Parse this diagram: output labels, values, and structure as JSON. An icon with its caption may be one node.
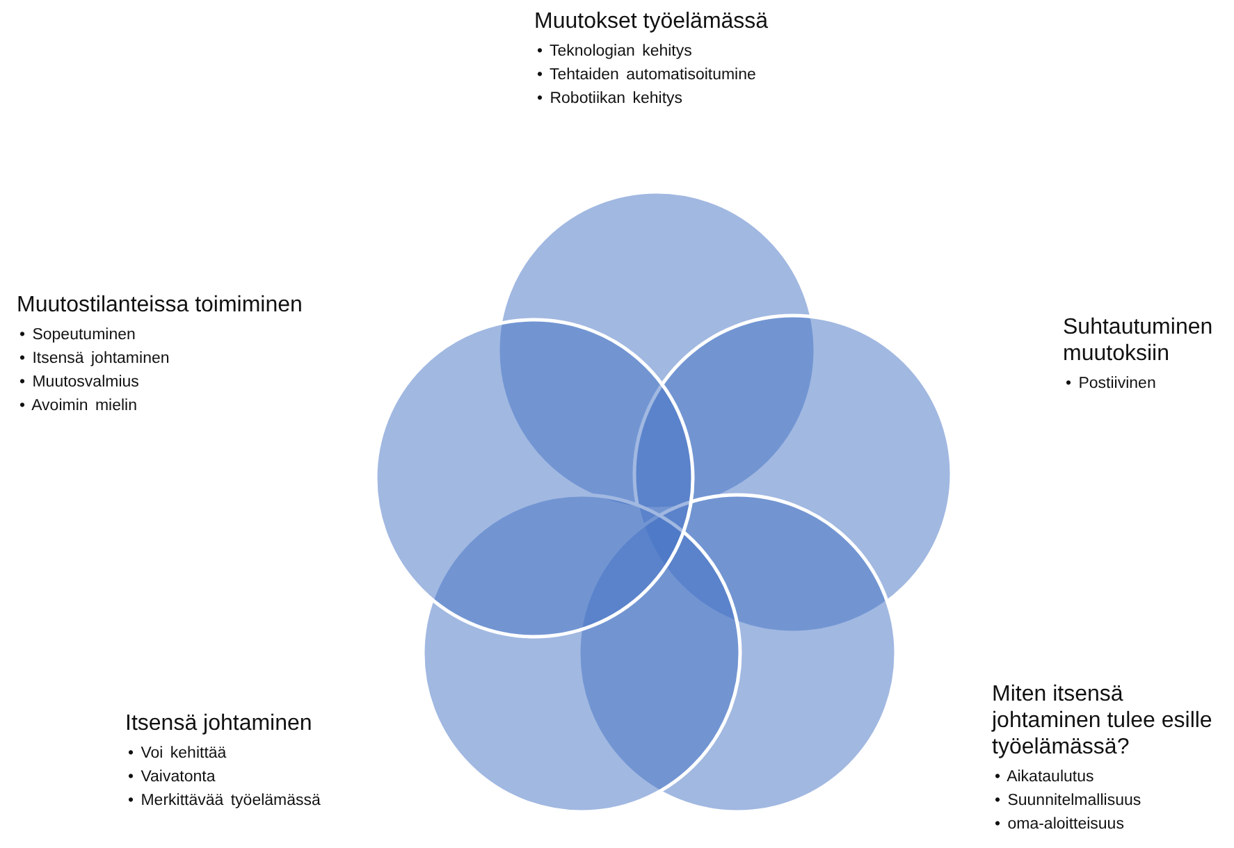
{
  "diagram": {
    "nodes": [
      {
        "text": [
          "Muutokset työelämässä",
          "• Teknologian kehitys",
          "• Tehtaiden automatisoitumine",
          "• Robotiikan kehitys"
        ]
      },
      {
        "text": [
          "Suhtautuminen muutoksiin",
          "• Postiivinen"
        ]
      },
      {
        "text": [
          "Miten itsensä johtaminen tulee esille työelämässä?",
          "• Aikataulutus",
          "• Suunnitelmallisuus",
          "• oma-aloitteisuus"
        ]
      },
      {
        "text": [
          "Itsensä johtaminen",
          "• Voi kehittää",
          "• Vaivatonta",
          "• Merkittävää työelämässä"
        ]
      },
      {
        "text": [
          "Muutostilanteissa toimiminen",
          "• Sopeutuminen",
          "• Itsensä johtaminen",
          "• Muutosvalmius",
          "• Avoimin mielin"
        ]
      }
    ]
  }
}
